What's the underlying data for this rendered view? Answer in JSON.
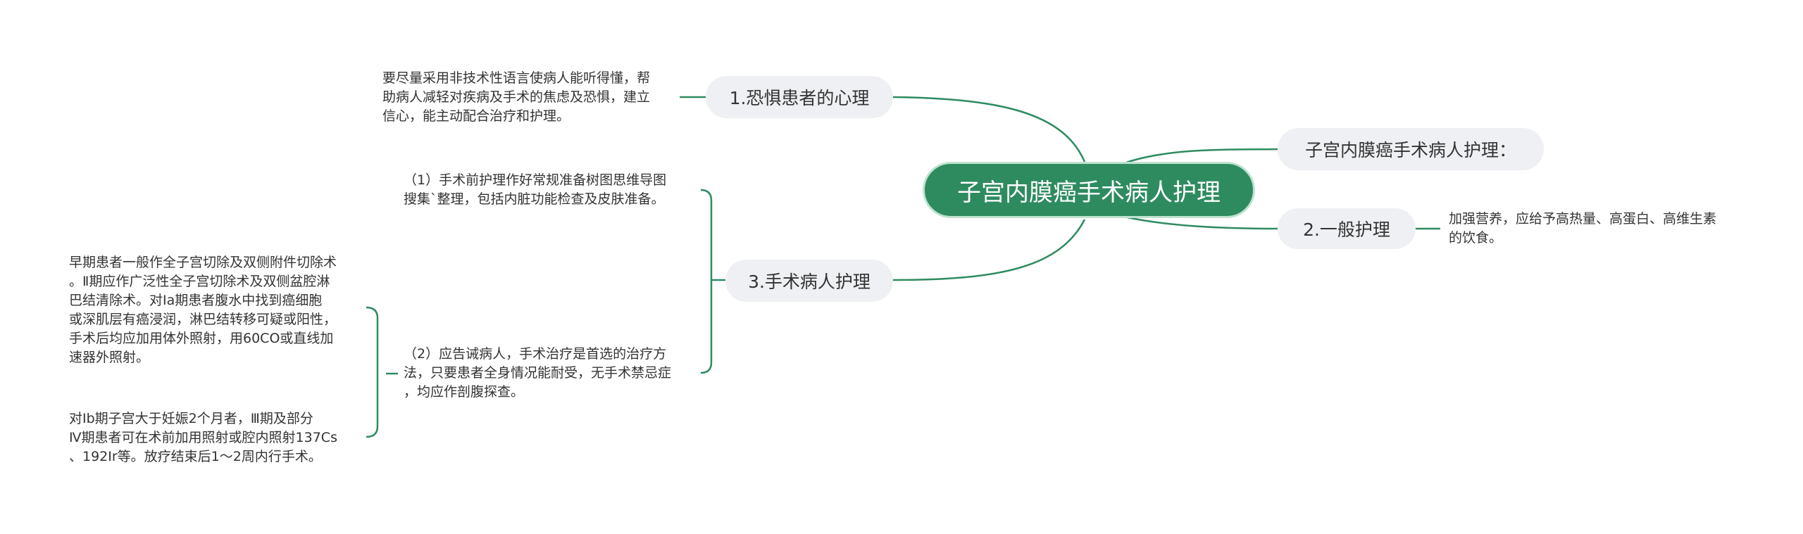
{
  "colors": {
    "accent": "#2e8b60",
    "link": "#2e8b60",
    "pill": "#eef0f3"
  },
  "mindmap": {
    "center": "子宫内膜癌手术病人护理",
    "right": {
      "title_node": "子宫内膜癌手术病人护理：",
      "general_care": {
        "label": "2.一般护理",
        "detail": "加强营养，应给予高热量、高蛋白、高维生素\n的饮食。"
      }
    },
    "left": {
      "fear": {
        "label": "1.恐惧患者的心理",
        "detail": "要尽量采用非技术性语言使病人能听得懂，帮\n助病人减轻对疾病及手术的焦虑及恐惧，建立\n信心，能主动配合治疗和护理。"
      },
      "surgery": {
        "label": "3.手术病人护理",
        "item1": "（1）手术前护理作好常规准备树图思维导图\n搜集`整理，包括内脏功能检查及皮肤准备。",
        "item2": "（2）应告诫病人，手术治疗是首选的治疗方\n法，只要患者全身情况能耐受，无手术禁忌症\n，均应作剖腹探查。",
        "sub1": "早期患者一般作全子宫切除及双侧附件切除术\n。Ⅱ期应作广泛性全子宫切除术及双侧盆腔淋\n巴结清除术。对Ⅰa期患者腹水中找到癌细胞\n或深肌层有癌浸润，淋巴结转移可疑或阳性，\n手术后均应加用体外照射，用60CO或直线加\n速器外照射。",
        "sub2": "对Ⅰb期子宫大于妊娠2个月者，Ⅲ期及部分\nⅣ期患者可在术前加用照射或腔内照射137Cs\n、192Ir等。放疗结束后1～2周内行手术。"
      }
    }
  }
}
